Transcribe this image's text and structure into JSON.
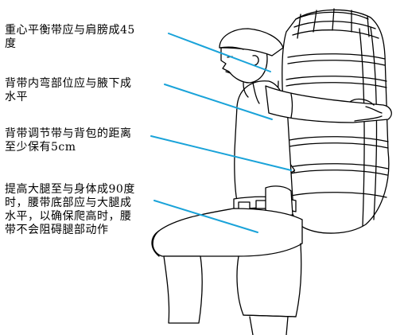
{
  "labels": [
    {
      "text": "重心平衡带应与肩膀成45\n度"
    },
    {
      "text": "背带内弯部位应与腋下成\n水平"
    },
    {
      "text": "背带调节带与背包的距离\n至少保有5cm"
    },
    {
      "text": "提高大腿至与身体成90度\n时，腰带底部应与大腿成\n水平，以确保爬高时，腰\n带不会阻碍腿部动作"
    }
  ],
  "colors": {
    "pointer_line": "#1aa3d9",
    "drawing_stroke": "#000000",
    "text": "#000000"
  }
}
